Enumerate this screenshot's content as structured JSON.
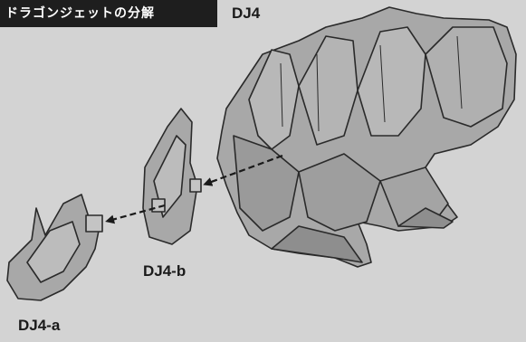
{
  "header": {
    "title": "ドラゴンジェットの分解"
  },
  "labels": {
    "main_part": "DJ4",
    "part_b": "DJ4-b",
    "part_a": "DJ4-a"
  },
  "colors": {
    "header_bg": "#1e1e1e",
    "header_text": "#ffffff",
    "background": "#d3d3d3",
    "part_fill": "#a8a8a8",
    "part_stroke": "#2a2a2a"
  }
}
